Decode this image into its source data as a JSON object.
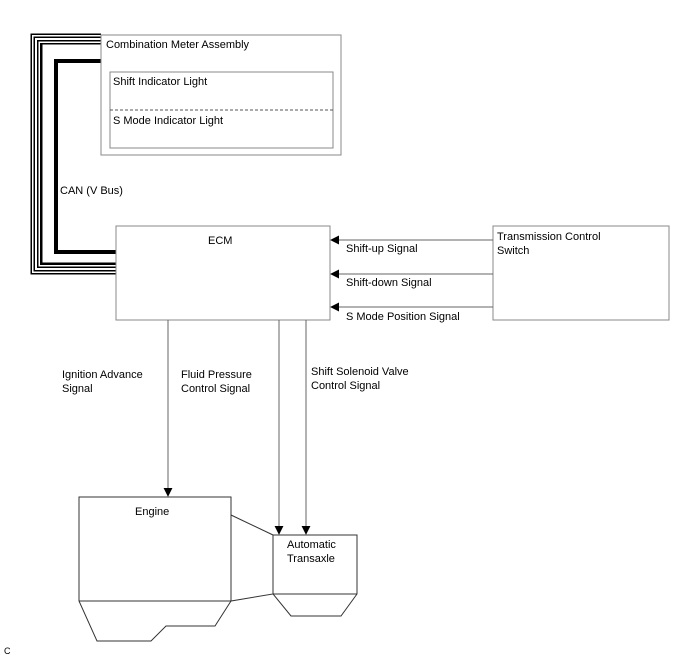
{
  "diagram": {
    "combination_meter": {
      "title": "Combination Meter Assembly",
      "shift_indicator": "Shift Indicator Light",
      "s_mode_indicator": "S Mode Indicator Light"
    },
    "can_bus_label": "CAN (V Bus)",
    "ecm_label": "ECM",
    "transmission_switch": {
      "line1": "Transmission Control",
      "line2": "Switch"
    },
    "signals_to_ecm": {
      "shift_up": "Shift-up Signal",
      "shift_down": "Shift-down Signal",
      "s_mode_position": "S Mode Position Signal"
    },
    "ecm_outputs": {
      "ignition_advance": {
        "line1": "Ignition Advance",
        "line2": "Signal"
      },
      "fluid_pressure": {
        "line1": "Fluid Pressure",
        "line2": "Control Signal"
      },
      "shift_solenoid": {
        "line1": "Shift Solenoid Valve",
        "line2": "Control Signal"
      }
    },
    "engine_label": "Engine",
    "transaxle": {
      "line1": "Automatic",
      "line2": "Transaxle"
    },
    "corner_code": "C"
  }
}
